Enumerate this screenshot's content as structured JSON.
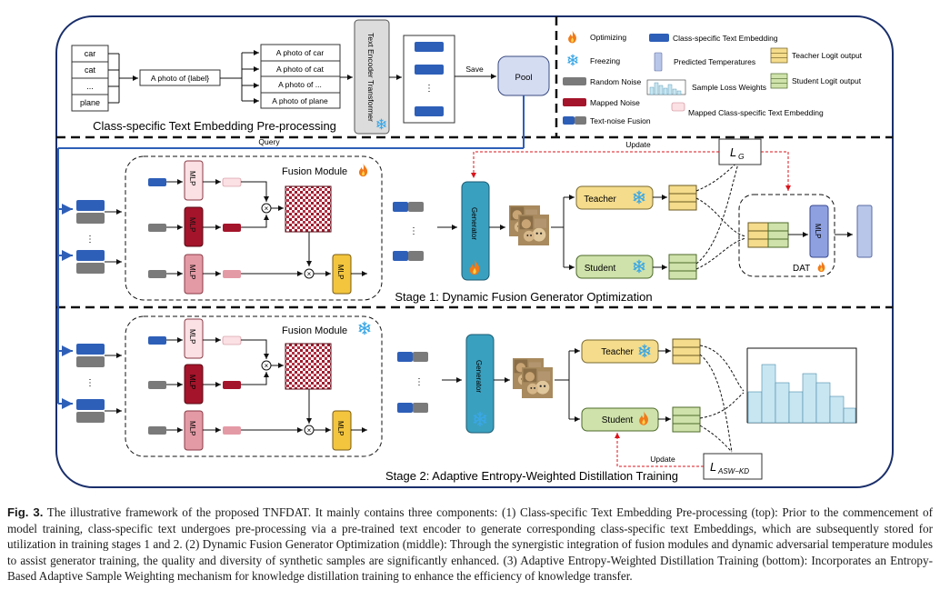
{
  "figure": {
    "stage0": {
      "labels": [
        "car",
        "cat",
        "...",
        "plane"
      ],
      "template": "A photo of {label}",
      "prompts": [
        "A photo of car",
        "A photo of cat",
        "A photo of ...",
        "A photo of plane"
      ],
      "encoder": "Text Encoder Transformer",
      "save": "Save",
      "pool": "Pool",
      "title": "Class-specific Text Embedding Pre-processing"
    },
    "legend": {
      "optimizing": "Optimizing",
      "freezing": "Freezing",
      "random_noise": "Random Noise",
      "mapped_noise": "Mapped Noise",
      "text_noise_fusion": "Text-noise Fusion",
      "class_text_embedding": "Class-specific Text Embedding",
      "predicted_temperatures": "Predicted Temperatures",
      "sample_loss_weights": "Sample Loss Weights",
      "mapped_class_embedding": "Mapped Class-specific Text Embedding",
      "teacher_logit": "Teacher Logit output",
      "student_logit": "Student Logit output"
    },
    "stage1": {
      "query": "Query",
      "update": "Update",
      "loss_main": "L",
      "loss_sub": "G",
      "fusion_title": "Fusion Module",
      "mlp": "MLP",
      "generator": "Generator",
      "teacher": "Teacher",
      "student": "Student",
      "dat": "DAT",
      "dots": "...",
      "title": "Stage 1: Dynamic Fusion Generator Optimization"
    },
    "stage2": {
      "fusion_title": "Fusion Module",
      "mlp": "MLP",
      "generator": "Generator",
      "teacher": "Teacher",
      "student": "Student",
      "update": "Update",
      "loss_main": "L",
      "loss_sub": "ASW−KD",
      "dots": "...",
      "title": "Stage 2: Adaptive Entropy-Weighted Distillation Training"
    },
    "colors": {
      "blue": "#2e5fb8",
      "dark_red": "#a4142a",
      "gray": "#7a7a7a",
      "pink": "#f4c9cf",
      "mlp_pink": "#e49aa5",
      "yellow": "#f4dc8c",
      "green": "#cfe2ab",
      "teal": "#3aa0bf",
      "pool": "#d4dcf2",
      "flame": "#f07a1a",
      "snow": "#3aa7e6"
    }
  },
  "caption": {
    "label": "Fig. 3.",
    "text": "The illustrative framework of the proposed TNFDAT. It mainly contains three components: (1) Class-specific Text Embedding Pre-processing (top): Prior to the commencement of model training, class-specific text undergoes pre-processing via a pre-trained text encoder to generate corresponding class-specific text Embeddings, which are subsequently stored for utilization in training stages 1 and 2. (2) Dynamic Fusion Generator Optimization (middle): Through the synergistic integration of fusion modules and dynamic adversarial temperature modules to assist generator training, the quality and diversity of synthetic samples are significantly enhanced. (3) Adaptive Entropy-Weighted Distillation Training (bottom): Incorporates an Entropy-Based Adaptive Sample Weighting mechanism for knowledge distillation training to enhance the efficiency of knowledge transfer."
  }
}
